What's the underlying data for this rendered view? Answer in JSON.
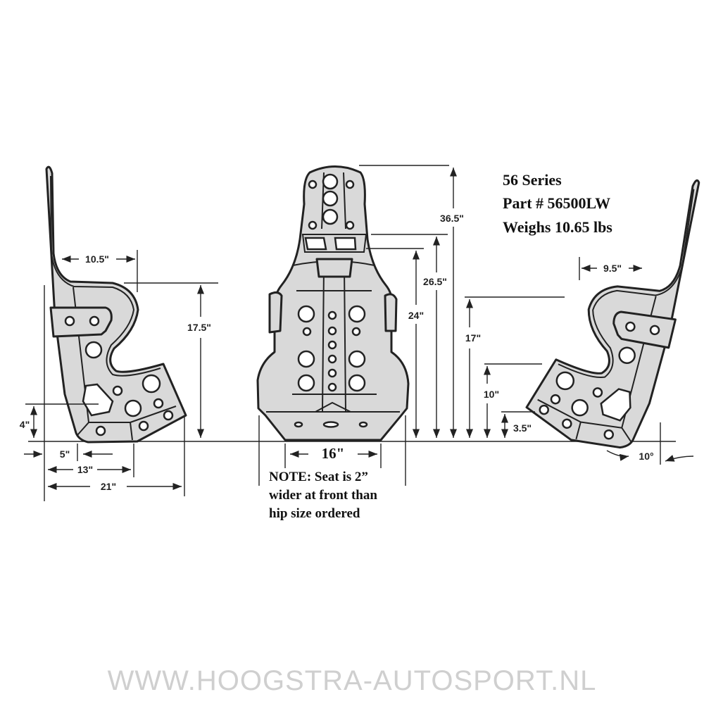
{
  "specs": {
    "series": "56 Series",
    "part": "Part # 56500LW",
    "weight": "Weighs 10.65 lbs"
  },
  "side_view_left": {
    "back_depth": "10.5\"",
    "seat_height": "17.5\"",
    "front_lip": "4\"",
    "rear_offset": "5\"",
    "seat_depth": "13\"",
    "overall_depth": "21\""
  },
  "front_view": {
    "overall_height": "36.5\"",
    "shoulder_height": "26.5\"",
    "belt_height": "24\"",
    "hip_width": "16\"",
    "note_lines": [
      "NOTE:  Seat is 2”",
      "wider at front than",
      "hip size ordered"
    ]
  },
  "side_view_right": {
    "back_depth": "9.5\"",
    "side_height": "17\"",
    "thigh_height": "10\"",
    "bottom_height": "3.5\"",
    "recline_angle": "10°"
  },
  "watermark": "WWW.HOOGSTRA-AUTOSPORT.NL"
}
